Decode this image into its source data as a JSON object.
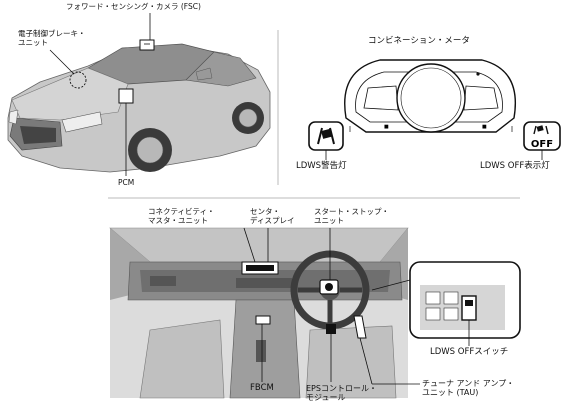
{
  "labels": {
    "fsc": "フォワード・センシング・カメラ (FSC)",
    "ebcu": "電子制御ブレーキ・\nユニット",
    "pcm": "PCM",
    "combination_meter": "コンビネーション・メータ",
    "ldws_warning": "LDWS警告灯",
    "ldws_off_indicator": "LDWS OFF表示灯",
    "cmu": "コネクティビティ・\nマスタ・ユニット",
    "center_display": "センタ・\nディスプレイ",
    "start_stop": "スタート・ストップ・\nユニット",
    "fbcm": "FBCM",
    "eps": "EPSコントロール・\nモジュール",
    "tau": "チューナ アンド アンプ・\nユニット (TAU)",
    "ldws_off_switch": "LDWS OFFスイッチ"
  },
  "indicator_text": {
    "off": "OFF"
  }
}
